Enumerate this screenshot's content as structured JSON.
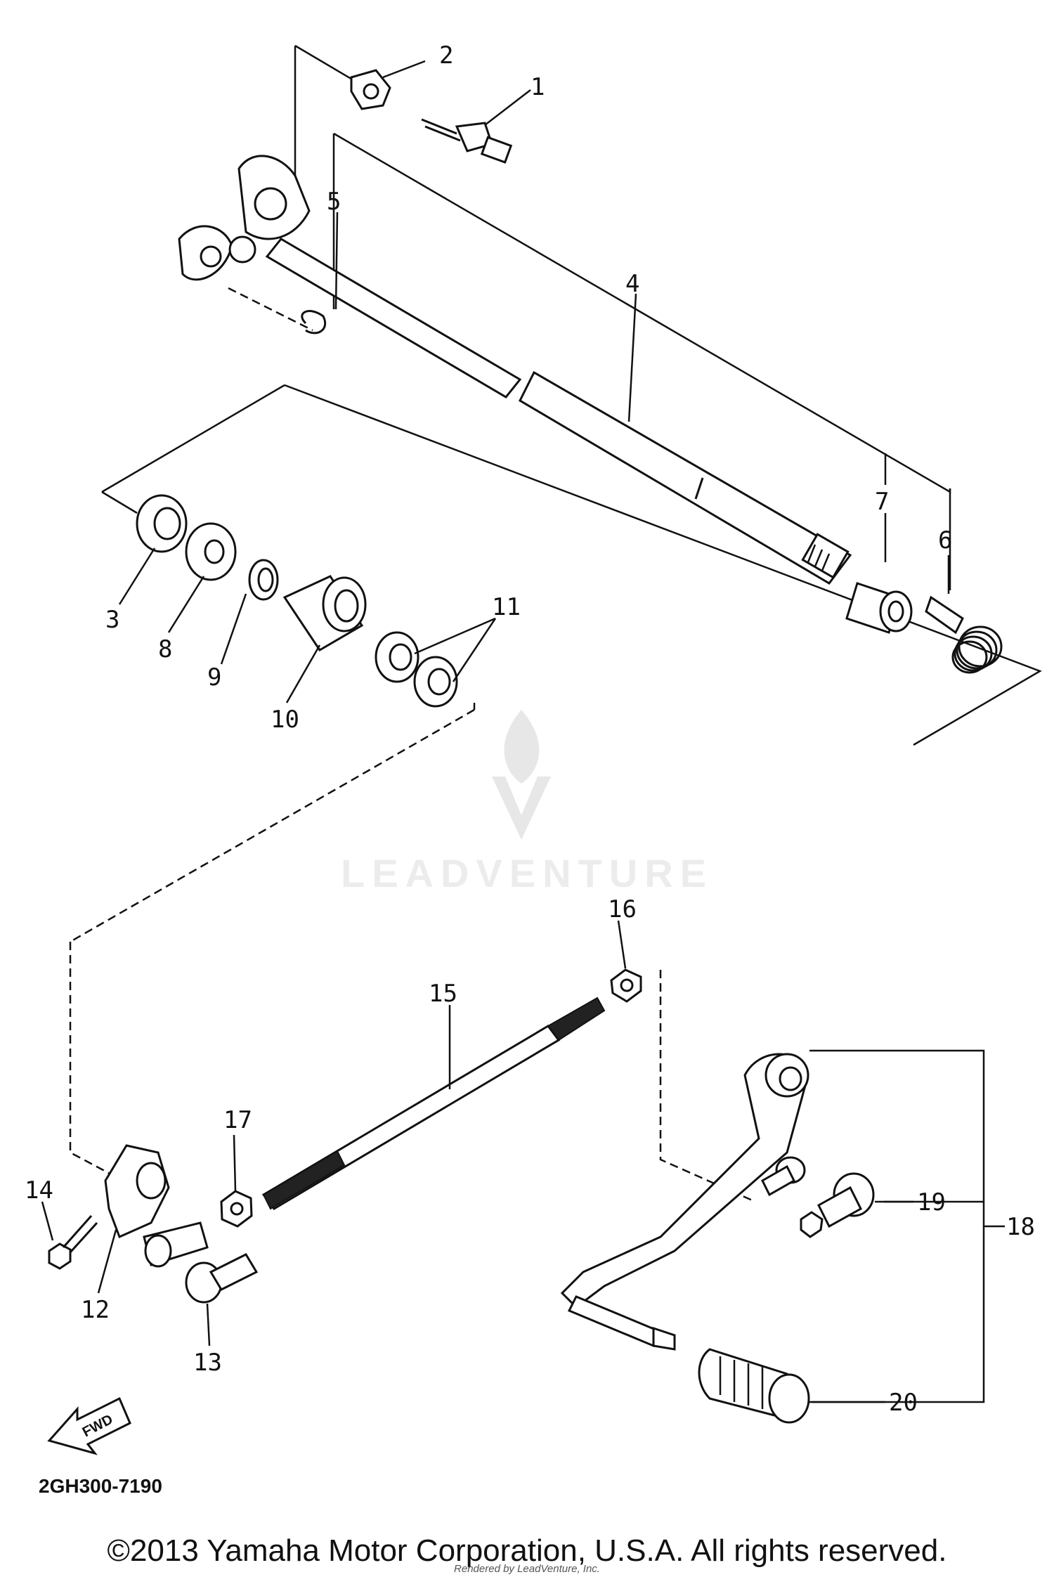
{
  "diagram": {
    "part_labels": [
      "1",
      "2",
      "3",
      "4",
      "5",
      "6",
      "7",
      "8",
      "9",
      "10",
      "11",
      "12",
      "13",
      "14",
      "15",
      "16",
      "17",
      "18",
      "19",
      "20"
    ],
    "diagram_code": "2GH300-7190",
    "direction_arrow": "FWD",
    "watermark": "LEADVENTURE",
    "copyright": "©2013 Yamaha Motor Corporation, U.S.A. All rights reserved.",
    "rendered_by": "Rendered by LeadVenture, Inc.",
    "line_color": "#111111"
  }
}
